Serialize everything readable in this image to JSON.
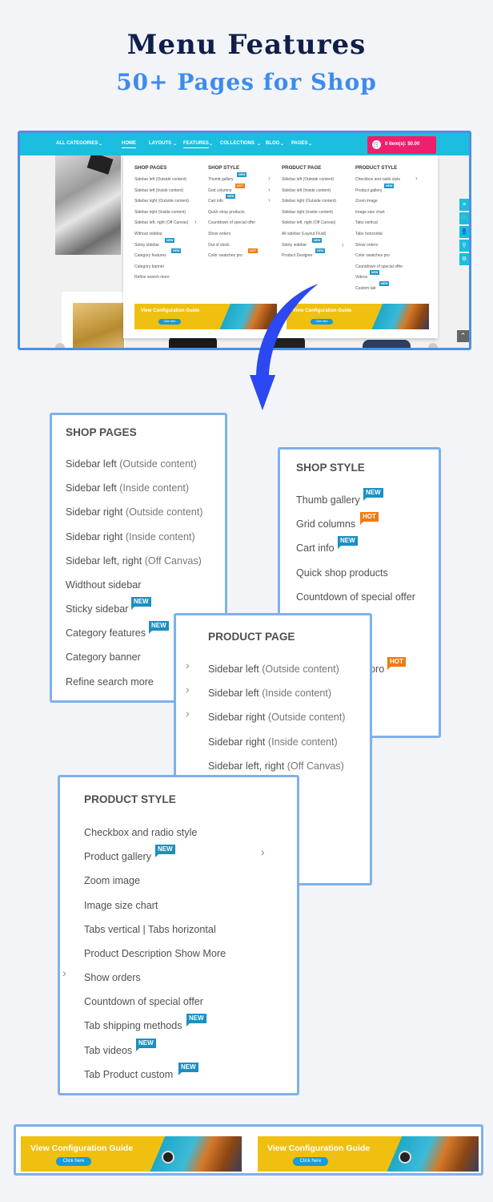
{
  "header": {
    "title": "Menu Features",
    "subtitle": "50+ Pages for Shop"
  },
  "screenshot": {
    "nav": [
      "ALL CATEGORIES",
      "HOME",
      "LAYOUTS",
      "FEATURES",
      "COLLECTIONS",
      "BLOG",
      "PAGES"
    ],
    "cart": "0 item(s): $0.00",
    "menu": [
      {
        "title": "SHOP PAGES",
        "items": [
          "Sidebar left (Outside content)",
          "Sidebar left (Inside content)",
          "Sidebar right (Outside content)",
          "Sidebar right (Inside content)",
          "Sidebar left, right (Off Canvas)",
          "Without sidebar",
          "Sticky sidebar",
          "Category features",
          "Category banner",
          "Refine search more"
        ]
      },
      {
        "title": "SHOP STYLE",
        "items": [
          "Thumb gallery",
          "Grid columns",
          "Cart info",
          "Quick shop products",
          "Countdown of special offer",
          "Show orders",
          "Out of stock",
          "Color swatches pro"
        ]
      },
      {
        "title": "PRODUCT PAGE",
        "items": [
          "Sidebar left (Outside content)",
          "Sidebar left (Inside content)",
          "Sidebar right (Outside content)",
          "Sidebar right (Inside content)",
          "Sidebar left, right (Off Canvas)",
          "All sidebar (Layout Fluid)",
          "Sticky sidebar",
          "Product Designer"
        ]
      },
      {
        "title": "PRODUCT STYLE",
        "items": [
          "Checkbox and radio style",
          "Product gallery",
          "Zoom image",
          "Image size chart",
          "Tabs vertical",
          "Tabs horizontal",
          "Show orders",
          "Color swatches pro",
          "Countdown of special offer",
          "Videos",
          "Custom tab"
        ]
      }
    ],
    "banner_text": "View Configuration Guide",
    "banner_button": "Click here"
  },
  "badges": {
    "new": "NEW",
    "hot": "HOT"
  },
  "panels": {
    "shop_pages": {
      "title": "SHOP PAGES",
      "items": [
        {
          "main": "Sidebar left ",
          "light": "(Outside content)"
        },
        {
          "main": "Sidebar left ",
          "light": "(Inside content)"
        },
        {
          "main": "Sidebar right ",
          "light": "(Outside content)"
        },
        {
          "main": "Sidebar right ",
          "light": "(Inside content)"
        },
        {
          "main": "Sidebar left, right ",
          "light": "(Off Canvas)"
        },
        {
          "main": "Widthout sidebar",
          "light": ""
        },
        {
          "main": "Sticky sidebar",
          "light": ""
        },
        {
          "main": "Category features",
          "light": ""
        },
        {
          "main": "Category banner",
          "light": ""
        },
        {
          "main": "Refine search more",
          "light": ""
        }
      ]
    },
    "shop_style": {
      "title": "SHOP STYLE",
      "items": [
        "Thumb gallery",
        "Grid columns",
        "Cart info",
        "Quick shop products",
        "Countdown of special offer"
      ],
      "partial": "pro"
    },
    "product_page": {
      "title": "PRODUCT PAGE",
      "items": [
        {
          "main": "Sidebar left ",
          "light": "(Outside content)"
        },
        {
          "main": "Sidebar left ",
          "light": "(Inside content)"
        },
        {
          "main": "Sidebar right ",
          "light": "(Outside content)"
        },
        {
          "main": "Sidebar right ",
          "light": "(Inside content)"
        },
        {
          "main": "Sidebar left, right ",
          "light": "(Off Canvas)"
        }
      ]
    },
    "product_style": {
      "title": "PRODUCT STYLE",
      "items": [
        "Checkbox and radio style",
        "Product gallery",
        "Zoom image",
        "Image size chart",
        "Tabs vertical | Tabs horizontal",
        "Product Description Show More",
        "Show orders",
        "Countdown of special offer",
        "Tab shipping methods",
        "Tab videos",
        "Tab Product custom"
      ]
    }
  },
  "bottom_banners": [
    {
      "text": "View Configuration Guide",
      "button": "Click here"
    },
    {
      "text": "View Configuration Guide",
      "button": "Click here"
    }
  ],
  "colors": {
    "nav": "#1bbede",
    "cart": "#ee1f6d",
    "title": "#0f1e4a",
    "subtitle": "#3d8bee",
    "panel_border": "#7fb0ec",
    "new_badge": "#1b8fc2",
    "hot_badge": "#ef7a12",
    "banner": "#f0c010"
  }
}
